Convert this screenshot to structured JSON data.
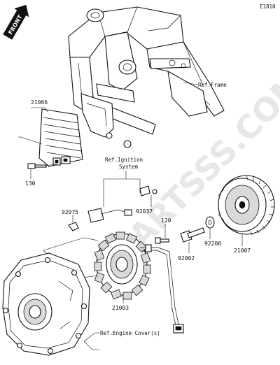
{
  "diagram_code": "E1810",
  "direction_tag": "FRONT",
  "watermark": "PARTSSS.COM",
  "refs": {
    "frame": "Ref.Frame",
    "ignition_line1": "Ref.Ignition",
    "ignition_line2": "System",
    "engine_cover": "Ref.Engine Cover(s)"
  },
  "parts": [
    {
      "number": "21066",
      "name": "regulator"
    },
    {
      "number": "130",
      "name": "bolt"
    },
    {
      "number": "92075",
      "name": "clamp"
    },
    {
      "number": "92037",
      "name": "clamp"
    },
    {
      "number": "120",
      "name": "bolt"
    },
    {
      "number": "92002",
      "name": "bolt"
    },
    {
      "number": "92200",
      "name": "washer"
    },
    {
      "number": "21007",
      "name": "flywheel"
    },
    {
      "number": "21003",
      "name": "stator"
    }
  ]
}
